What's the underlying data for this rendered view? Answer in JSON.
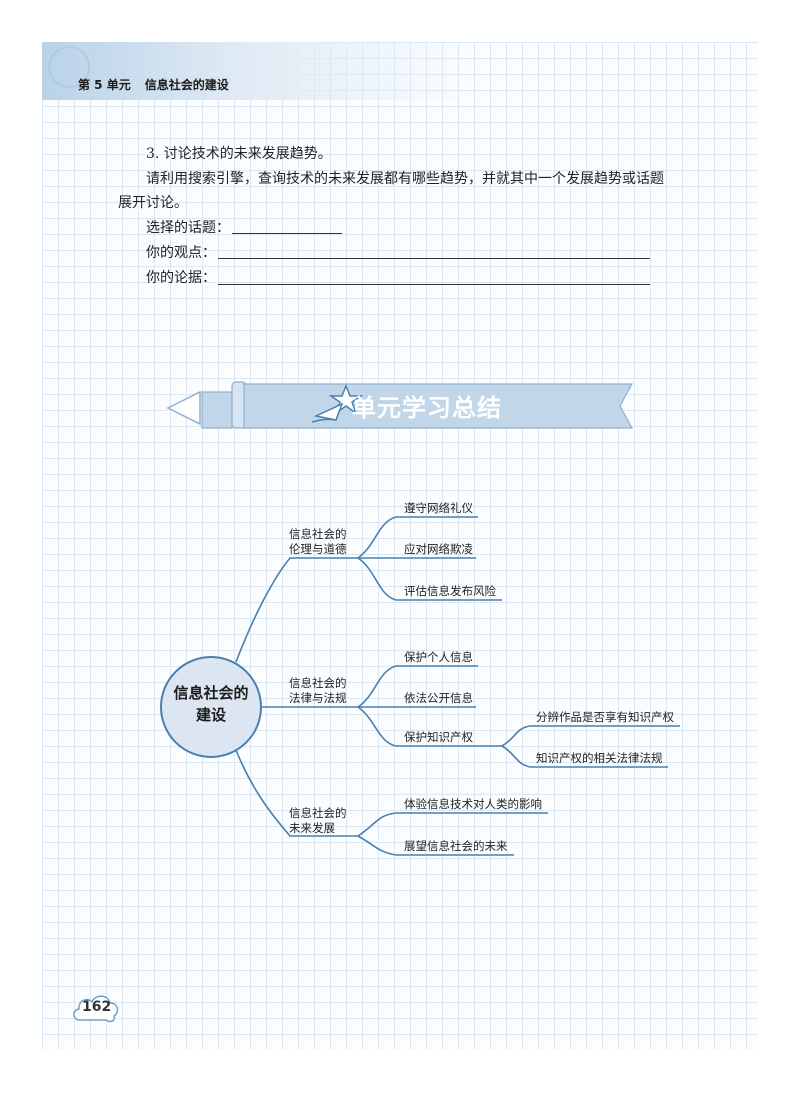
{
  "header": {
    "unit": "第 5 单元",
    "title": "信息社会的建设"
  },
  "activity": {
    "item_title": "3. 讨论技术的未来发展趋势。",
    "instruction_line1": "请利用搜索引擎，查询技术的未来发展都有哪些趋势，并就其中一个发展趋势或话题",
    "instruction_line2": "展开讨论。",
    "topic_label": "选择的话题：",
    "view_label": "你的观点：",
    "evidence_label": "你的论据："
  },
  "summary_banner": {
    "title": "单元学习总结"
  },
  "mindmap": {
    "center": {
      "line1": "信息社会的",
      "line2": "建设"
    },
    "branches": [
      {
        "line1": "信息社会的",
        "line2": "伦理与道德",
        "items": [
          "遵守网络礼仪",
          "应对网络欺凌",
          "评估信息发布风险"
        ]
      },
      {
        "line1": "信息社会的",
        "line2": "法律与法规",
        "items": [
          "保护个人信息",
          "依法公开信息",
          "保护知识产权"
        ],
        "subitems": [
          "分辨作品是否享有知识产权",
          "知识产权的相关法律法规"
        ]
      },
      {
        "line1": "信息社会的",
        "line2": "未来发展",
        "items": [
          "体验信息技术对人类的影响",
          "展望信息社会的未来"
        ]
      }
    ]
  },
  "page_number": "162",
  "colors": {
    "line": "#4a7fb0",
    "circle_fill": "#dbe6f2",
    "banner": "#c2d6ea",
    "banner_edge": "#8fb0cf"
  }
}
